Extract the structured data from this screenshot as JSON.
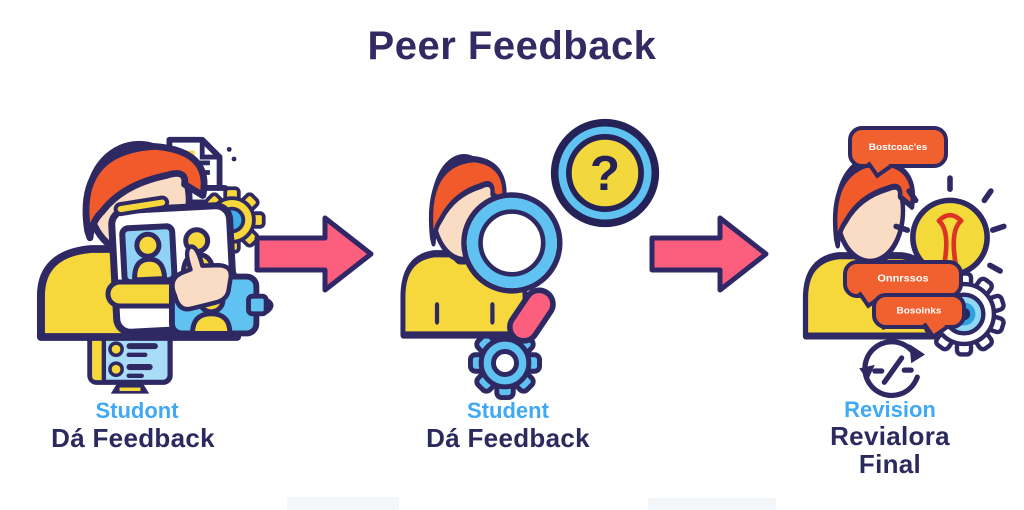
{
  "title": "Peer Feedback",
  "colors": {
    "navy_outline": "#2E2963",
    "title_text": "#322B63",
    "label_text": "#2B2A5E",
    "subtitle_blue": "#3FA9F5",
    "arrow_pink": "#FB5F7D",
    "yellow": "#F6D83C",
    "hair_orange": "#F15B2B",
    "skin": "#F9DCC3",
    "light_blue": "#5FC2F1",
    "bubble_orange": "#F0612F",
    "filament_red": "#DD3327"
  },
  "steps": [
    {
      "subtitle": "Studont",
      "label": "Dá Feedback",
      "badge_icon": "feedback-list-monitor-icon"
    },
    {
      "subtitle": "Student",
      "label": "Dá Feedback",
      "badge_icon": "gear-icon"
    },
    {
      "subtitle": "Revision",
      "label": "Revialora",
      "label_line2": "Final",
      "badge_icon": "revision-cycle-icon"
    }
  ],
  "illustrations": {
    "question_mark": "?",
    "speech_bubbles": [
      "Bostcoac'es",
      "Onnrssos",
      "Bosoinks"
    ]
  }
}
